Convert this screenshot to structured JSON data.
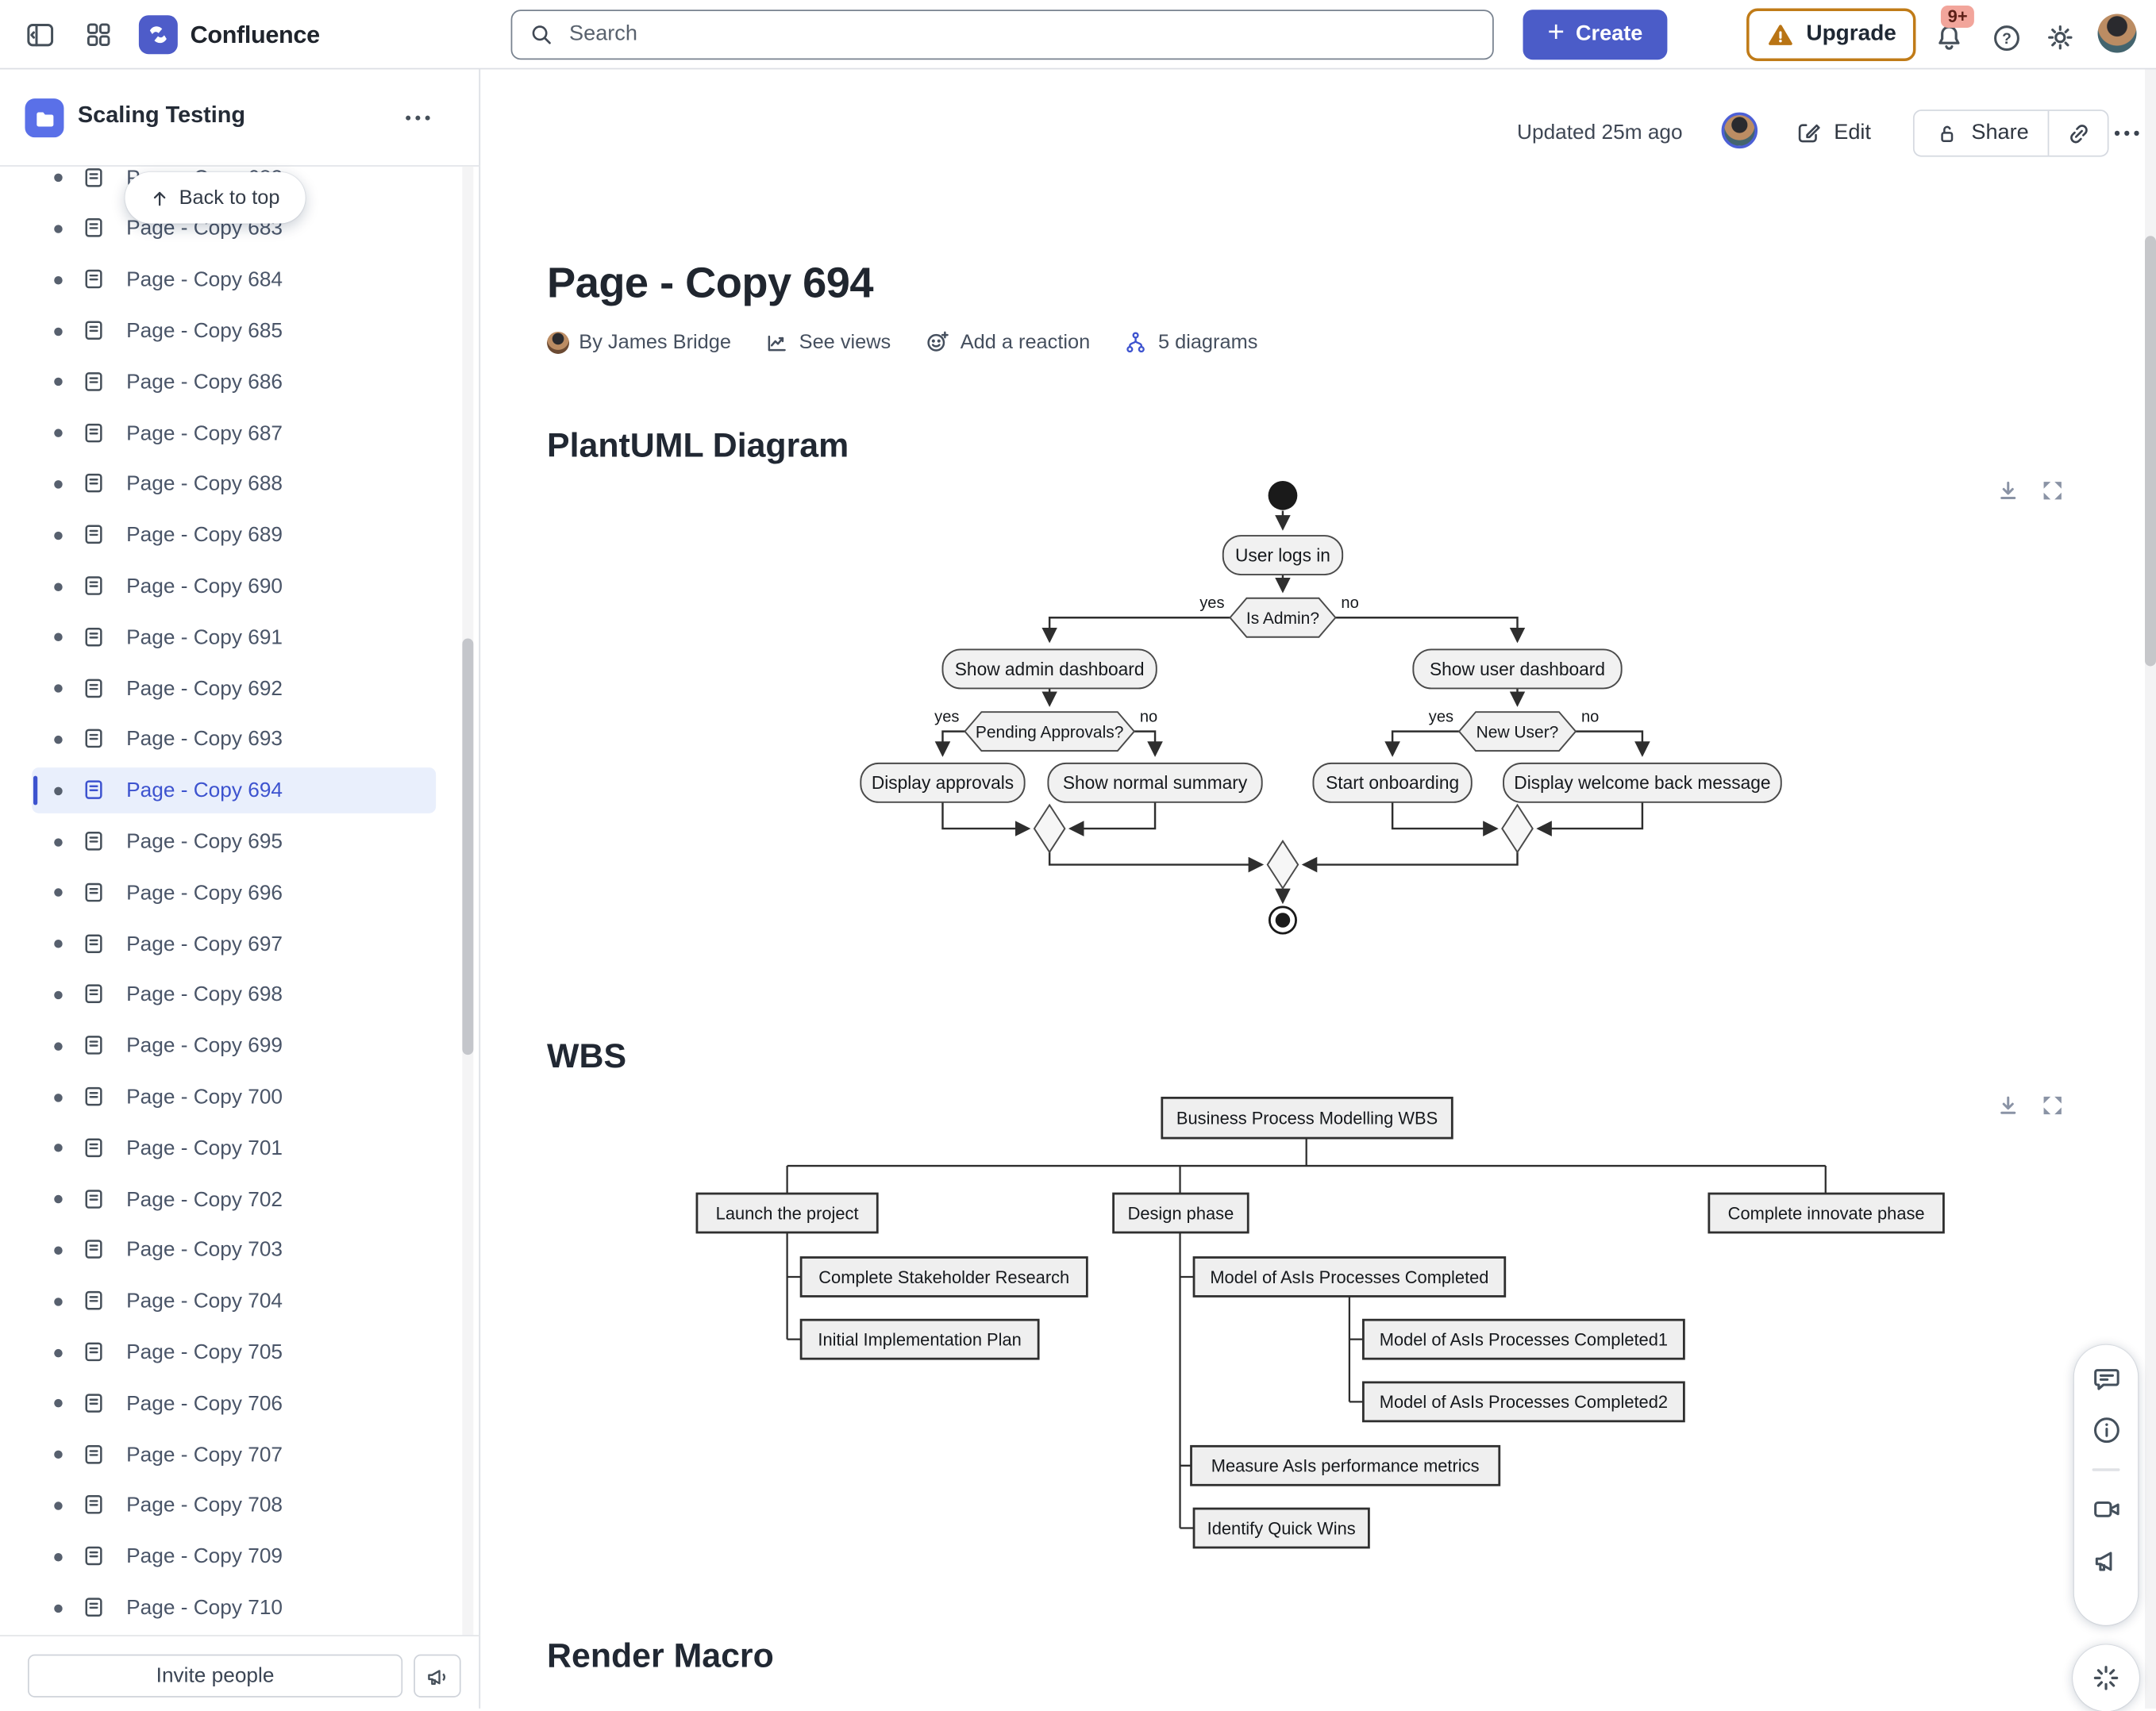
{
  "topbar": {
    "app_name": "Confluence",
    "search_placeholder": "Search",
    "create_label": "Create",
    "upgrade_label": "Upgrade",
    "notifications_badge": "9+"
  },
  "sidebar": {
    "space_name": "Scaling Testing",
    "back_to_top": "Back to top",
    "invite_people": "Invite people",
    "items": [
      {
        "label": "Page - Copy 682"
      },
      {
        "label": "Page - Copy 683"
      },
      {
        "label": "Page - Copy 684"
      },
      {
        "label": "Page - Copy 685"
      },
      {
        "label": "Page - Copy 686"
      },
      {
        "label": "Page - Copy 687"
      },
      {
        "label": "Page - Copy 688"
      },
      {
        "label": "Page - Copy 689"
      },
      {
        "label": "Page - Copy 690"
      },
      {
        "label": "Page - Copy 691"
      },
      {
        "label": "Page - Copy 692"
      },
      {
        "label": "Page - Copy 693"
      },
      {
        "label": "Page - Copy 694",
        "selected": true
      },
      {
        "label": "Page - Copy 695"
      },
      {
        "label": "Page - Copy 696"
      },
      {
        "label": "Page - Copy 697"
      },
      {
        "label": "Page - Copy 698"
      },
      {
        "label": "Page - Copy 699"
      },
      {
        "label": "Page - Copy 700"
      },
      {
        "label": "Page - Copy 701"
      },
      {
        "label": "Page - Copy 702"
      },
      {
        "label": "Page - Copy 703"
      },
      {
        "label": "Page - Copy 704"
      },
      {
        "label": "Page - Copy 705"
      },
      {
        "label": "Page - Copy 706"
      },
      {
        "label": "Page - Copy 707"
      },
      {
        "label": "Page - Copy 708"
      },
      {
        "label": "Page - Copy 709"
      },
      {
        "label": "Page - Copy 710"
      }
    ]
  },
  "content_header": {
    "updated": "Updated 25m ago",
    "edit": "Edit",
    "share": "Share"
  },
  "page": {
    "title": "Page - Copy 694",
    "byline": "By James Bridge",
    "see_views": "See views",
    "add_reaction": "Add a reaction",
    "diagrams": "5 diagrams",
    "section1": "PlantUML Diagram",
    "section2": "WBS",
    "section3": "Render Macro"
  },
  "activity": {
    "login": "User logs in",
    "is_admin": "Is Admin?",
    "yes": "yes",
    "no": "no",
    "admin_dash": "Show admin dashboard",
    "user_dash": "Show user dashboard",
    "pending": "Pending Approvals?",
    "new_user": "New User?",
    "approvals": "Display approvals",
    "summary": "Show normal summary",
    "onboarding": "Start onboarding",
    "welcome": "Display welcome back message"
  },
  "wbs": {
    "root": "Business Process Modelling WBS",
    "launch": "Launch the project",
    "design": "Design phase",
    "innovate": "Complete innovate phase",
    "stakeholder": "Complete Stakeholder Research",
    "impl_plan": "Initial Implementation Plan",
    "asis": "Model of AsIs Processes Completed",
    "asis1": "Model of AsIs Processes Completed1",
    "asis2": "Model of AsIs Processes Completed2",
    "metrics": "Measure AsIs performance metrics",
    "quick_wins": "Identify Quick Wins"
  },
  "colors": {
    "accent_blue": "#4b5cc8",
    "selected_blue": "#3d53cf",
    "selected_bg": "#e9effc",
    "upgrade_orange": "#c07b17",
    "badge_bg": "#f2a59b",
    "diagram_node_fill": "#f1f1f1",
    "diagram_stroke": "#3c3c3c"
  }
}
